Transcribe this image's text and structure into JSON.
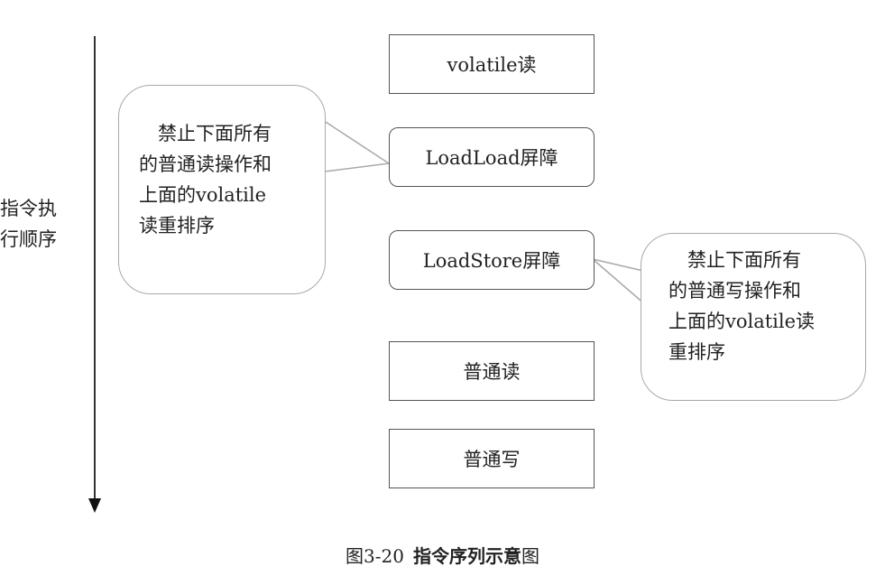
{
  "axis": {
    "label_line_1": "指令执",
    "label_line_2": "行顺序"
  },
  "sequence": [
    {
      "label": "volatile读",
      "shape": "rect"
    },
    {
      "label": "LoadLoad屏障",
      "shape": "rounded"
    },
    {
      "label": "LoadStore屏障",
      "shape": "rounded"
    },
    {
      "label": "普通读",
      "shape": "rect"
    },
    {
      "label": "普通写",
      "shape": "rect"
    }
  ],
  "callouts": {
    "left": {
      "target": "LoadLoad屏障",
      "lines": [
        "　禁止下面所有",
        "的普通读操作和",
        "上面的volatile",
        "读重排序"
      ]
    },
    "right": {
      "target": "LoadStore屏障",
      "lines": [
        "　禁止下面所有",
        "的普通写操作和",
        "上面的volatile读",
        "重排序"
      ]
    }
  },
  "caption": {
    "prefix": "图3-20",
    "bold": "指令序列示意",
    "suffix": "图"
  },
  "colors": {
    "box_border": "#555555",
    "callout_border": "#a9a9a9",
    "text": "#222222",
    "arrow": "#111111"
  }
}
